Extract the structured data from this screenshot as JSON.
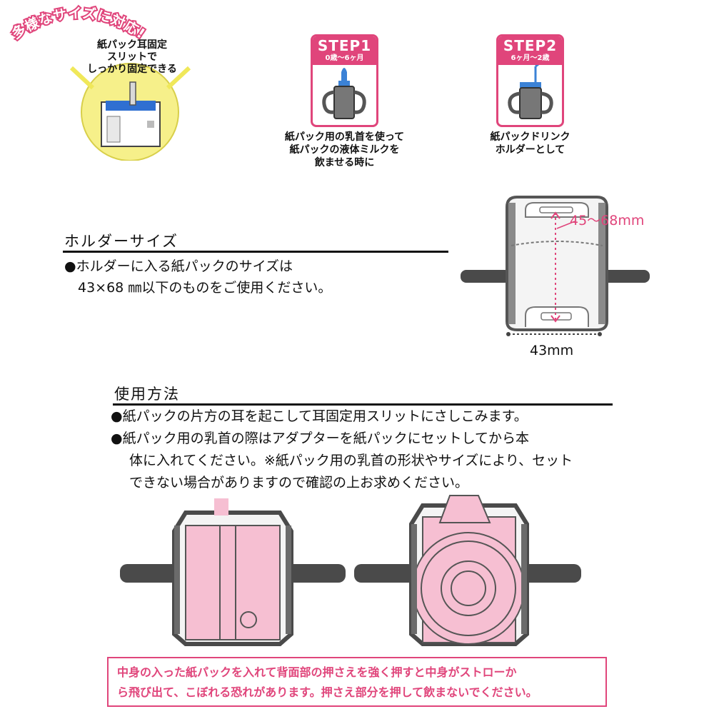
{
  "badge": {
    "caption_lines": [
      "紙パック耳固定",
      "スリットで",
      "しっかり固定できる"
    ],
    "colors": {
      "circle": "#f6f08a",
      "accent": "#2f6fd1"
    }
  },
  "headline": {
    "arc_text": "多様なサイズに対応!"
  },
  "steps": [
    {
      "title": "STEP1",
      "age": "0歳～6ヶ月",
      "icon": "nursing-bottle-cup-icon",
      "caption_lines": [
        "紙パック用の乳首を使って",
        "紙パックの液体ミルクを",
        "飲ませる時に"
      ]
    },
    {
      "title": "STEP2",
      "age": "6ヶ月～2歳",
      "icon": "straw-cup-icon",
      "caption_lines": [
        "紙パックドリンク",
        "ホルダーとして"
      ]
    }
  ],
  "holder_size": {
    "heading": "ホルダーサイズ",
    "lines": [
      "●ホルダーに入る紙パックのサイズは",
      "　43×68 ㎜以下のものをご使用ください。"
    ],
    "height_label": "45～68mm",
    "width_label": "43mm"
  },
  "usage": {
    "heading": "使用方法",
    "lines": [
      "●紙パックの片方の耳を起こして耳固定用スリットにさしこみます。",
      "●紙パック用の乳首の際はアダプターを紙パックにセットしてから本",
      "体に入れてください。※紙パック用の乳首の形状やサイズにより、セット",
      "できない場合がありますので確認の上お求めください。"
    ]
  },
  "warning": {
    "lines": [
      "中身の入った紙パックを入れて背面部の押さえを強く押すと中身がストローか",
      "ら飛び出て、こぼれる恐れがあります。押さえ部分を押して飲まないでください。"
    ]
  },
  "colors": {
    "pink": "#e0457b",
    "light_pink": "#f6bfd2",
    "gray": "#5f5f5f",
    "dark": "#1a1a1a",
    "cup_blue": "#3b82d6"
  }
}
